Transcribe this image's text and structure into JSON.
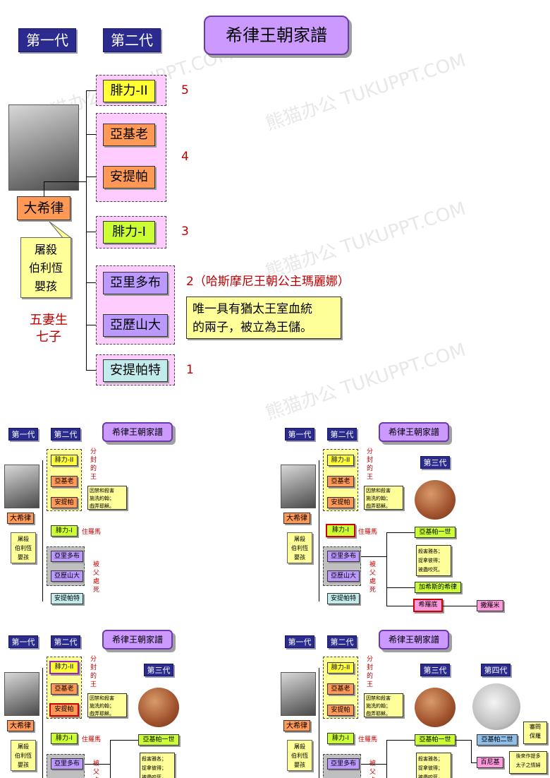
{
  "main": {
    "gen1": "第一代",
    "gen2": "第二代",
    "title": "希律王朝家譜",
    "root": "大希律",
    "callout": "屠殺\n伯利恆\n嬰孩",
    "wives": "五妻生\n七子",
    "sons": [
      "腓力-II",
      "亞基老",
      "安提帕",
      "腓力-I",
      "亞里多布",
      "亞歷山大",
      "安提帕特"
    ],
    "wife_numbers": [
      "5",
      "4",
      "3",
      "2（哈斯摩尼王朝公主瑪麗娜）",
      "1"
    ],
    "note": "唯一具有猶太王室血統\n的兩子，被立為王儲。"
  },
  "thumb": {
    "gen1": "第一代",
    "gen2": "第二代",
    "gen3": "第三代",
    "gen4": "第四代",
    "title": "希律王朝家譜",
    "root": "大希律",
    "callout": "屠殺\n伯利恆\n嬰孩",
    "sons": [
      "腓力-II",
      "亞基老",
      "安提帕",
      "腓力-I",
      "亞里多布",
      "亞歷山大",
      "安提帕特"
    ],
    "fengfeng": "分\n封\n的\n王",
    "antipas_note": "因禁和殺害\n施洗約翰；\n戲弄耶穌。",
    "philip_place": "住羅馬",
    "killed_by_father": "被\n父\n處\n死",
    "g3": [
      "亞基帕一世",
      "加希斯的希律",
      "希羅底"
    ],
    "agrippa1_note": "殺害雅各；\n捉拿彼得；\n被蟲咬死。",
    "salome": "撒羅米",
    "g4": [
      "亞基帕二世",
      "百尼基"
    ],
    "agrippa2_note": "審問\n保羅",
    "bernice_note": "後來作提多\n太子之情婦"
  },
  "watermark": "熊猫办公 TUKUPPT.COM"
}
